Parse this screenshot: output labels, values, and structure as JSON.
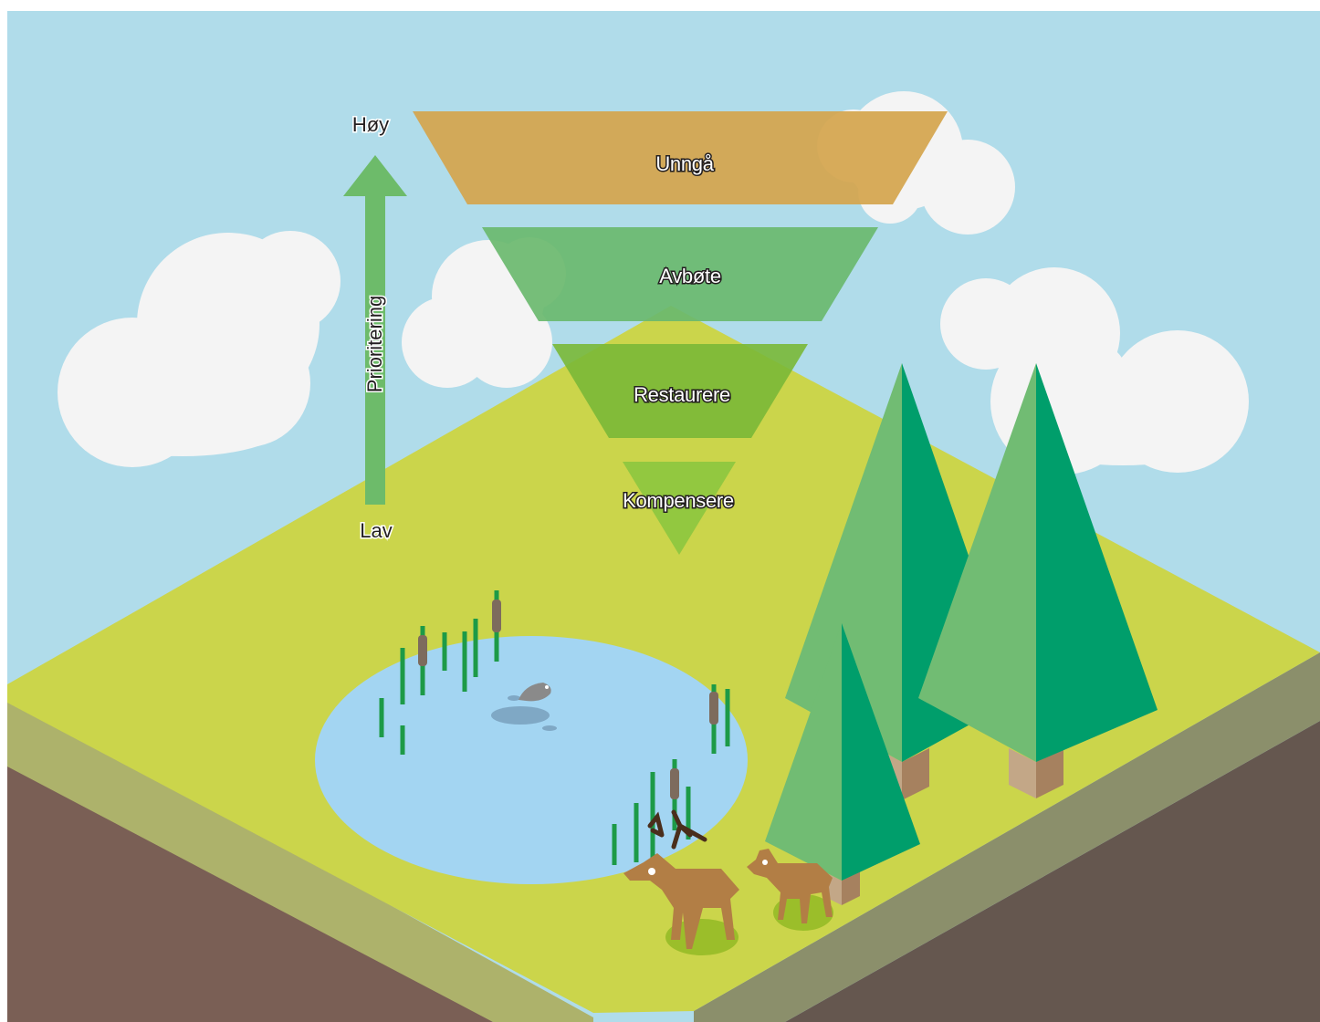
{
  "hierarchy": {
    "levels": [
      {
        "label": "Unngå",
        "color": "#d4a54e"
      },
      {
        "label": "Avbøte",
        "color": "#6ab96e"
      },
      {
        "label": "Restaurere",
        "color": "#7ab837"
      },
      {
        "label": "Kompensere",
        "color": "#8cc63f"
      }
    ]
  },
  "priority_axis": {
    "high_label": "Høy",
    "low_label": "Lav",
    "axis_label": "Prioritering",
    "arrow_color": "#6dbb6a"
  },
  "colors": {
    "sky": "#b0dcea",
    "grass": "#cbd54b",
    "soil_left": "#7a5f55",
    "soil_right": "#65574f",
    "edge_left": "#adb26b",
    "edge_right": "#8b8f6b",
    "pond": "#a3d5f2",
    "cloud": "#f4f4f4",
    "tree_light": "#71bc73",
    "tree_dark": "#009e6b",
    "deer": "#b27e45"
  }
}
